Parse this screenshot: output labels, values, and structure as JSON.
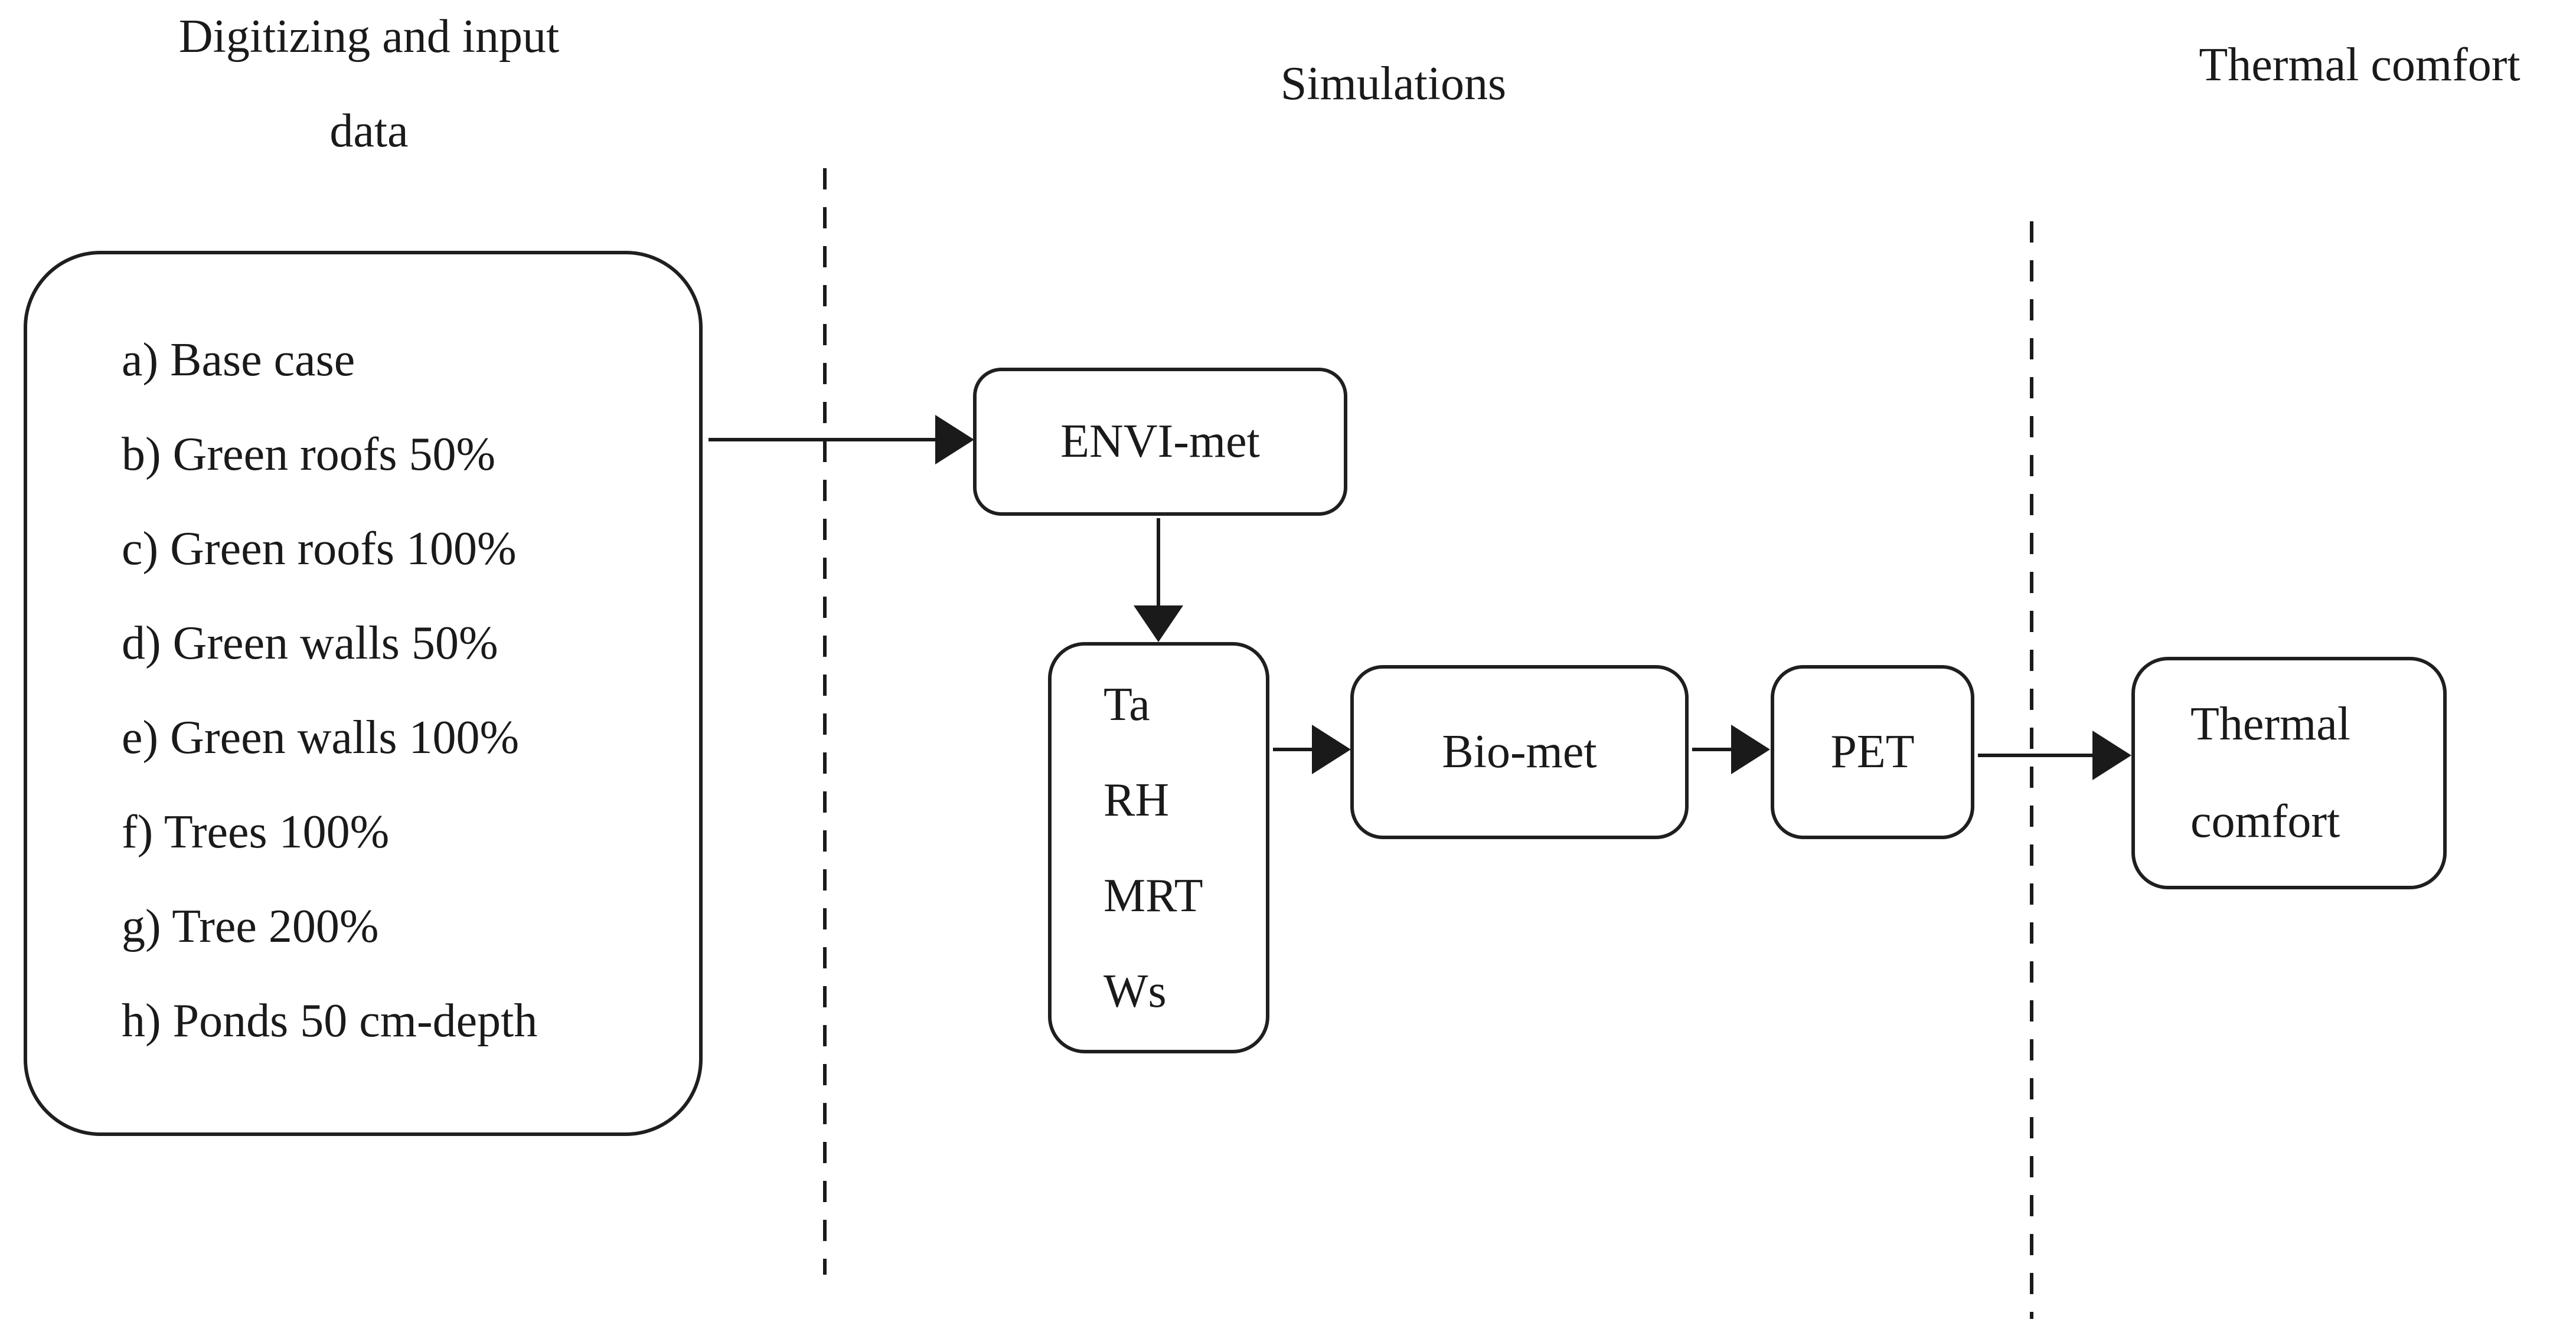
{
  "sections": {
    "left": {
      "title_lines": [
        "Digitizing and input",
        "data"
      ]
    },
    "middle": {
      "title": "Simulations"
    },
    "right": {
      "title": "Thermal comfort"
    }
  },
  "scenarios": [
    "a) Base case",
    "b) Green roofs 50%",
    "c) Green roofs 100%",
    "d) Green walls 50%",
    "e) Green walls 100%",
    "f) Trees 100%",
    "g) Tree 200%",
    "h) Ponds 50 cm-depth"
  ],
  "boxes": {
    "envi_met": "ENVI-met",
    "outputs": [
      "Ta",
      "RH",
      "MRT",
      "Ws"
    ],
    "bio_met": "Bio-met",
    "pet": "PET",
    "thermal_lines": [
      "Thermal",
      "comfort"
    ]
  },
  "colors": {
    "ink": "#1a1a1a",
    "background": "#ffffff"
  }
}
